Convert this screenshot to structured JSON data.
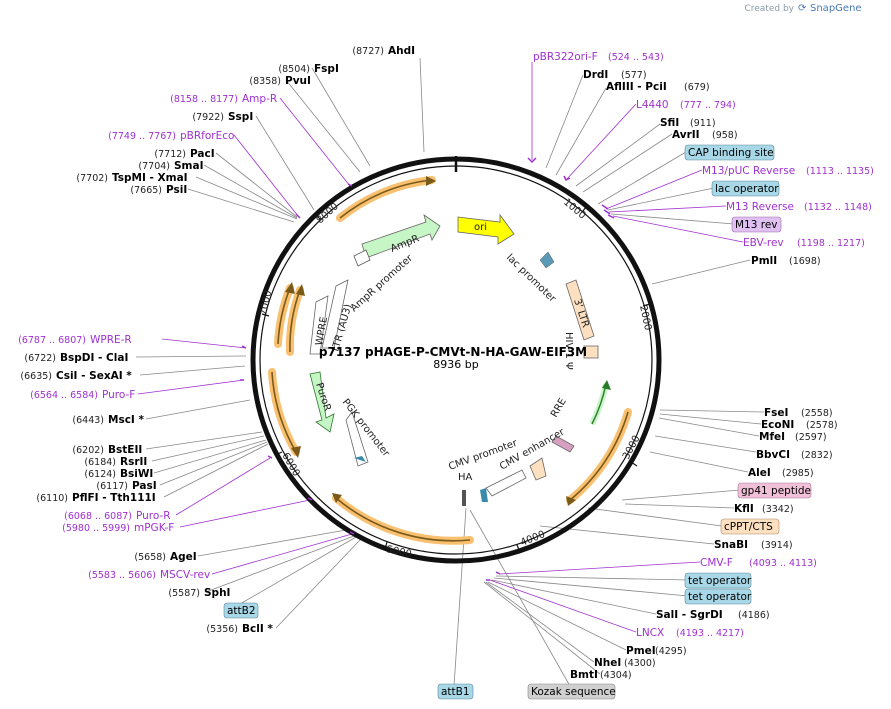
{
  "credit": {
    "prefix": "Created by",
    "brand": "SnapGene"
  },
  "plasmid": {
    "name": "p7137 pHAGE-P-CMVt-N-HA-GAW-EIF3M",
    "length_label": "8936 bp"
  },
  "ticks": [
    "1000",
    "2000",
    "3000",
    "4000",
    "5000",
    "6000",
    "7000",
    "8000"
  ],
  "features": {
    "ori": "ori",
    "ampr": "AmpR",
    "ampr_promoter": "AmpR promoter",
    "ltr5": "LTR (AU3)",
    "wpre": "WPRE",
    "puror": "PuroR",
    "pgk_promoter": "PGK promoter",
    "lac_promoter": "lac promoter",
    "ltr3": "3' LTR",
    "hiv1": "HIV-1 Ψ",
    "rre": "RRE",
    "cmv_promoter": "CMV promoter",
    "cmv_enhancer": "CMV enhancer",
    "ha": "HA"
  },
  "labels_right": [
    {
      "pos": "(577)",
      "name": "DrdI"
    },
    {
      "pos": "(679)",
      "name": "AflIII  - PciI"
    },
    {
      "primer": "L4440",
      "range": "(777 .. 794)"
    },
    {
      "pos": "(911)",
      "name": "SfiI"
    },
    {
      "pos": "(958)",
      "name": "AvrII"
    },
    {
      "badge": "CAP binding site"
    },
    {
      "primer": "M13/pUC Reverse",
      "range": "(1113 .. 1135)"
    },
    {
      "badge": "lac operator"
    },
    {
      "primer": "M13 Reverse",
      "range": "(1132 .. 1148)"
    },
    {
      "badge": "M13 rev"
    },
    {
      "primer": "EBV-rev",
      "range": "(1198 .. 1217)"
    },
    {
      "pos": "(1698)",
      "name": "PmlI"
    },
    {
      "pos": "(2558)",
      "name": "FseI"
    },
    {
      "pos": "(2578)",
      "name": "EcoNI"
    },
    {
      "pos": "(2597)",
      "name": "MfeI"
    },
    {
      "pos": "(2832)",
      "name": "BbvCI"
    },
    {
      "pos": "(2985)",
      "name": "AleI"
    },
    {
      "badge": "gp41 peptide"
    },
    {
      "pos": "(3342)",
      "name": "KflI"
    },
    {
      "badge": "cPPT/CTS"
    },
    {
      "pos": "(3914)",
      "name": "SnaBI"
    },
    {
      "primer": "CMV-F",
      "range": "(4093 .. 4113)"
    },
    {
      "badge": "tet operator"
    },
    {
      "badge": "tet operator"
    },
    {
      "pos": "(4186)",
      "name": "SalI  - SgrDI"
    },
    {
      "primer": "LNCX",
      "range": "(4193 .. 4217)"
    },
    {
      "pos": "(4295)",
      "name": "PmeI"
    },
    {
      "pos": "(4300)",
      "name": "NheI"
    },
    {
      "pos": "(4304)",
      "name": "BmtI"
    },
    {
      "badge": "Kozak sequence"
    },
    {
      "badge": "attB1"
    }
  ],
  "top": {
    "ahdi": {
      "pos": "(8727)",
      "name": "AhdI"
    },
    "pbr322": {
      "primer": "pBR322ori-F",
      "range": "(524 .. 543)"
    }
  },
  "labels_left": [
    {
      "pos": "(8504)",
      "name": "FspI"
    },
    {
      "pos": "(8358)",
      "name": "PvuI"
    },
    {
      "primer": "Amp-R",
      "range": "(8158 .. 8177)"
    },
    {
      "pos": "(7922)",
      "name": "SspI"
    },
    {
      "primer": "pBRforEco",
      "range": "(7749 .. 7767)"
    },
    {
      "pos": "(7712)",
      "name": "PacI"
    },
    {
      "pos": "(7704)",
      "name": "SmaI"
    },
    {
      "pos": "(7702)",
      "name": "TspMI   - XmaI"
    },
    {
      "pos": "(7665)",
      "name": "PsiI"
    },
    {
      "primer": "WPRE-R",
      "range": "(6787 .. 6807)"
    },
    {
      "pos": "(6722)",
      "name": "BspDI   - ClaI"
    },
    {
      "pos": "(6635)",
      "name": "CsiI   - SexAI *"
    },
    {
      "primer": "Puro-F",
      "range": "(6564 .. 6584)"
    },
    {
      "pos": "(6443)",
      "name": "MscI *"
    },
    {
      "pos": "(6202)",
      "name": "BstEII"
    },
    {
      "pos": "(6184)",
      "name": "RsrII"
    },
    {
      "pos": "(6124)",
      "name": "BsiWI"
    },
    {
      "pos": "(6117)",
      "name": "PasI"
    },
    {
      "pos": "(6110)",
      "name": "PflFI   - Tth111I"
    },
    {
      "primer": "Puro-R",
      "range": "(6068 .. 6087)"
    },
    {
      "primer": "mPGK-F",
      "range": "(5980 .. 5999)"
    },
    {
      "pos": "(5658)",
      "name": "AgeI"
    },
    {
      "primer": "MSCV-rev",
      "range": "(5583 .. 5606)"
    },
    {
      "pos": "(5587)",
      "name": "SphI"
    },
    {
      "badge": "attB2"
    },
    {
      "pos": "(5356)",
      "name": "BclI *"
    }
  ],
  "colors": {
    "backbone": "#111111",
    "primer": "#a030d0",
    "ori": "#ffff00",
    "ampr": "#c6f5c6",
    "orange_band": "#f8c070",
    "ltr_fill": "#fde0c0",
    "badge_cap": "#a8d8e8",
    "badge_m13": "#e0c0f0",
    "badge_gp41": "#f0c0d8",
    "badge_cppt": "#fde0c0",
    "badge_kozak": "#d0d0d0"
  }
}
